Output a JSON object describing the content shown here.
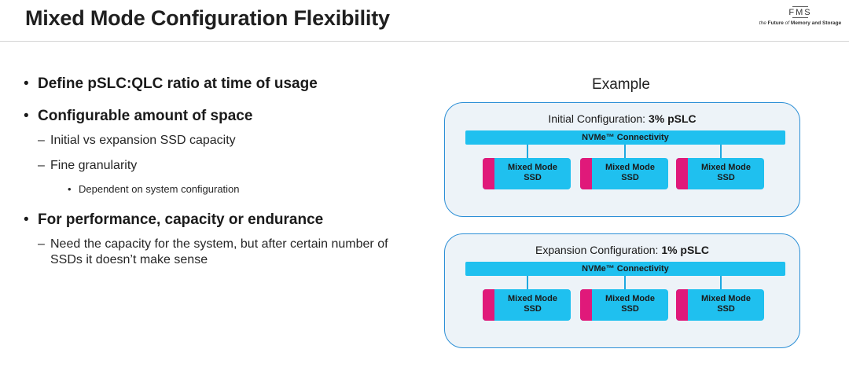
{
  "header": {
    "title": "Mixed Mode Configuration Flexibility",
    "logo_mark": "FMS",
    "logo_tag_prefix": "the ",
    "logo_tag_future": "Future",
    "logo_tag_middle": " of ",
    "logo_tag_rest": "Memory and Storage"
  },
  "bullets": [
    {
      "text": "Define pSLC:QLC ratio at time of usage"
    },
    {
      "text": "Configurable amount of space",
      "sub": [
        "Initial vs expansion SSD capacity",
        "Fine granularity"
      ],
      "subsub": [
        "Dependent on system configuration"
      ]
    },
    {
      "text": "For performance, capacity or endurance",
      "sub": [
        "Need the capacity for the system, but after certain number of SSDs it doesn’t make sense"
      ]
    }
  ],
  "example": {
    "label": "Example",
    "panels": [
      {
        "title_prefix": "Initial Configuration: ",
        "title_bold": "3% pSLC",
        "bus_label": "NVMe™ Connectivity",
        "ssds": [
          "Mixed Mode\nSSD",
          "Mixed Mode\nSSD",
          "Mixed Mode\nSSD"
        ]
      },
      {
        "title_prefix": "Expansion Configuration: ",
        "title_bold": "1% pSLC",
        "bus_label": "NVMe™ Connectivity",
        "ssds": [
          "Mixed Mode\nSSD",
          "Mixed Mode\nSSD",
          "Mixed Mode\nSSD"
        ]
      }
    ]
  },
  "colors": {
    "panel_border": "#2c8fd6",
    "panel_fill": "#edf3f8",
    "bus": "#1fc0ef",
    "ssd_body": "#1fc0ef",
    "ssd_tab": "#e0197a"
  }
}
